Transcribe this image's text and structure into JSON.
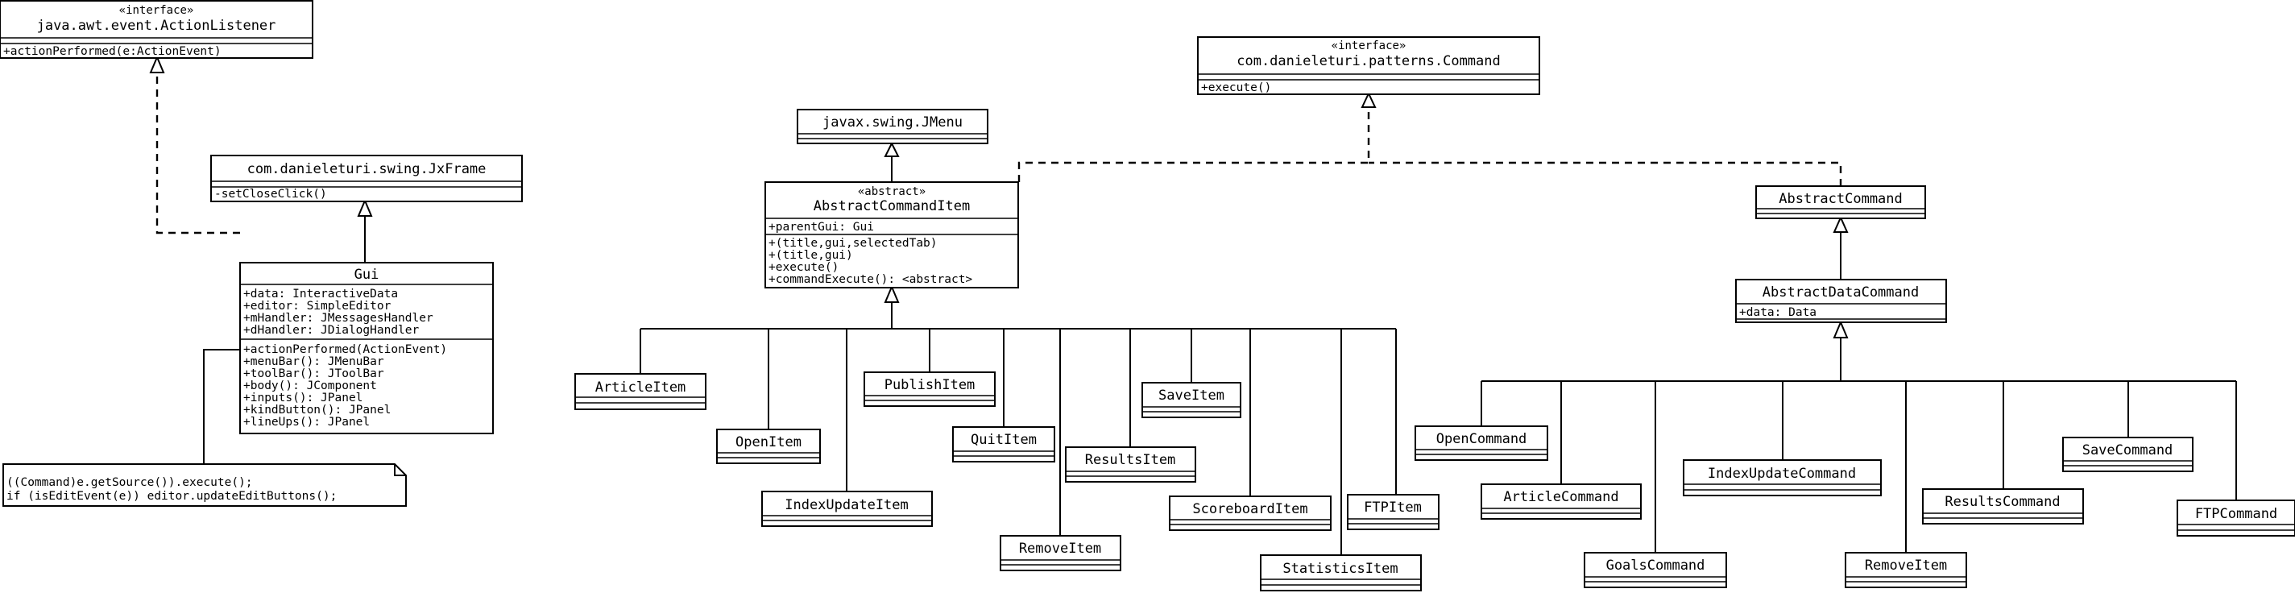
{
  "classes": {
    "action_listener": {
      "stereotype": "«interface»",
      "name": "java.awt.event.ActionListener",
      "members": [
        "+actionPerformed(e:ActionEvent)"
      ]
    },
    "jxframe": {
      "name": "com.danieleturi.swing.JxFrame",
      "members": [
        "-setCloseClick()"
      ]
    },
    "gui": {
      "name": "Gui",
      "attributes": [
        "+data: InteractiveData",
        "+editor: SimpleEditor",
        "+mHandler: JMessagesHandler",
        "+dHandler: JDialogHandler"
      ],
      "operations": [
        "+actionPerformed(ActionEvent)",
        "+menuBar(): JMenuBar",
        "+toolBar(): JToolBar",
        "+body(): JComponent",
        "+inputs(): JPanel",
        "+kindButton(): JPanel",
        "+lineUps(): JPanel"
      ]
    },
    "jmenu": {
      "name": "javax.swing.JMenu"
    },
    "abstract_command_item": {
      "stereotype": "«abstract»",
      "name": "AbstractCommandItem",
      "attributes": [
        "+parentGui: Gui"
      ],
      "operations": [
        "+(title,gui,selectedTab)",
        "+(title,gui)",
        "+execute()",
        "+commandExecute(): <abstract>"
      ]
    },
    "command": {
      "stereotype": "«interface»",
      "name": "com.danieleturi.patterns.Command",
      "members": [
        "+execute()"
      ]
    },
    "abstract_command": {
      "name": "AbstractCommand"
    },
    "abstract_data_command": {
      "name": "AbstractDataCommand",
      "attributes": [
        "+data: Data"
      ]
    },
    "article_item": {
      "name": "ArticleItem"
    },
    "open_item": {
      "name": "OpenItem"
    },
    "index_update_item": {
      "name": "IndexUpdateItem"
    },
    "publish_item": {
      "name": "PublishItem"
    },
    "quit_item": {
      "name": "QuitItem"
    },
    "remove_item": {
      "name": "RemoveItem"
    },
    "results_item": {
      "name": "ResultsItem"
    },
    "save_item": {
      "name": "SaveItem"
    },
    "scoreboard_item": {
      "name": "ScoreboardItem"
    },
    "statistics_item": {
      "name": "StatisticsItem"
    },
    "ftp_item": {
      "name": "FTPItem"
    },
    "open_command": {
      "name": "OpenCommand"
    },
    "article_command": {
      "name": "ArticleCommand"
    },
    "goals_command": {
      "name": "GoalsCommand"
    },
    "index_update_command": {
      "name": "IndexUpdateCommand"
    },
    "remove_item_cmd": {
      "name": "RemoveItem"
    },
    "results_command": {
      "name": "ResultsCommand"
    },
    "save_command": {
      "name": "SaveCommand"
    },
    "ftp_command": {
      "name": "FTPCommand"
    }
  },
  "note": {
    "lines": [
      "((Command)e.getSource()).execute();",
      "if (isEditEvent(e)) editor.updateEditButtons();"
    ]
  }
}
